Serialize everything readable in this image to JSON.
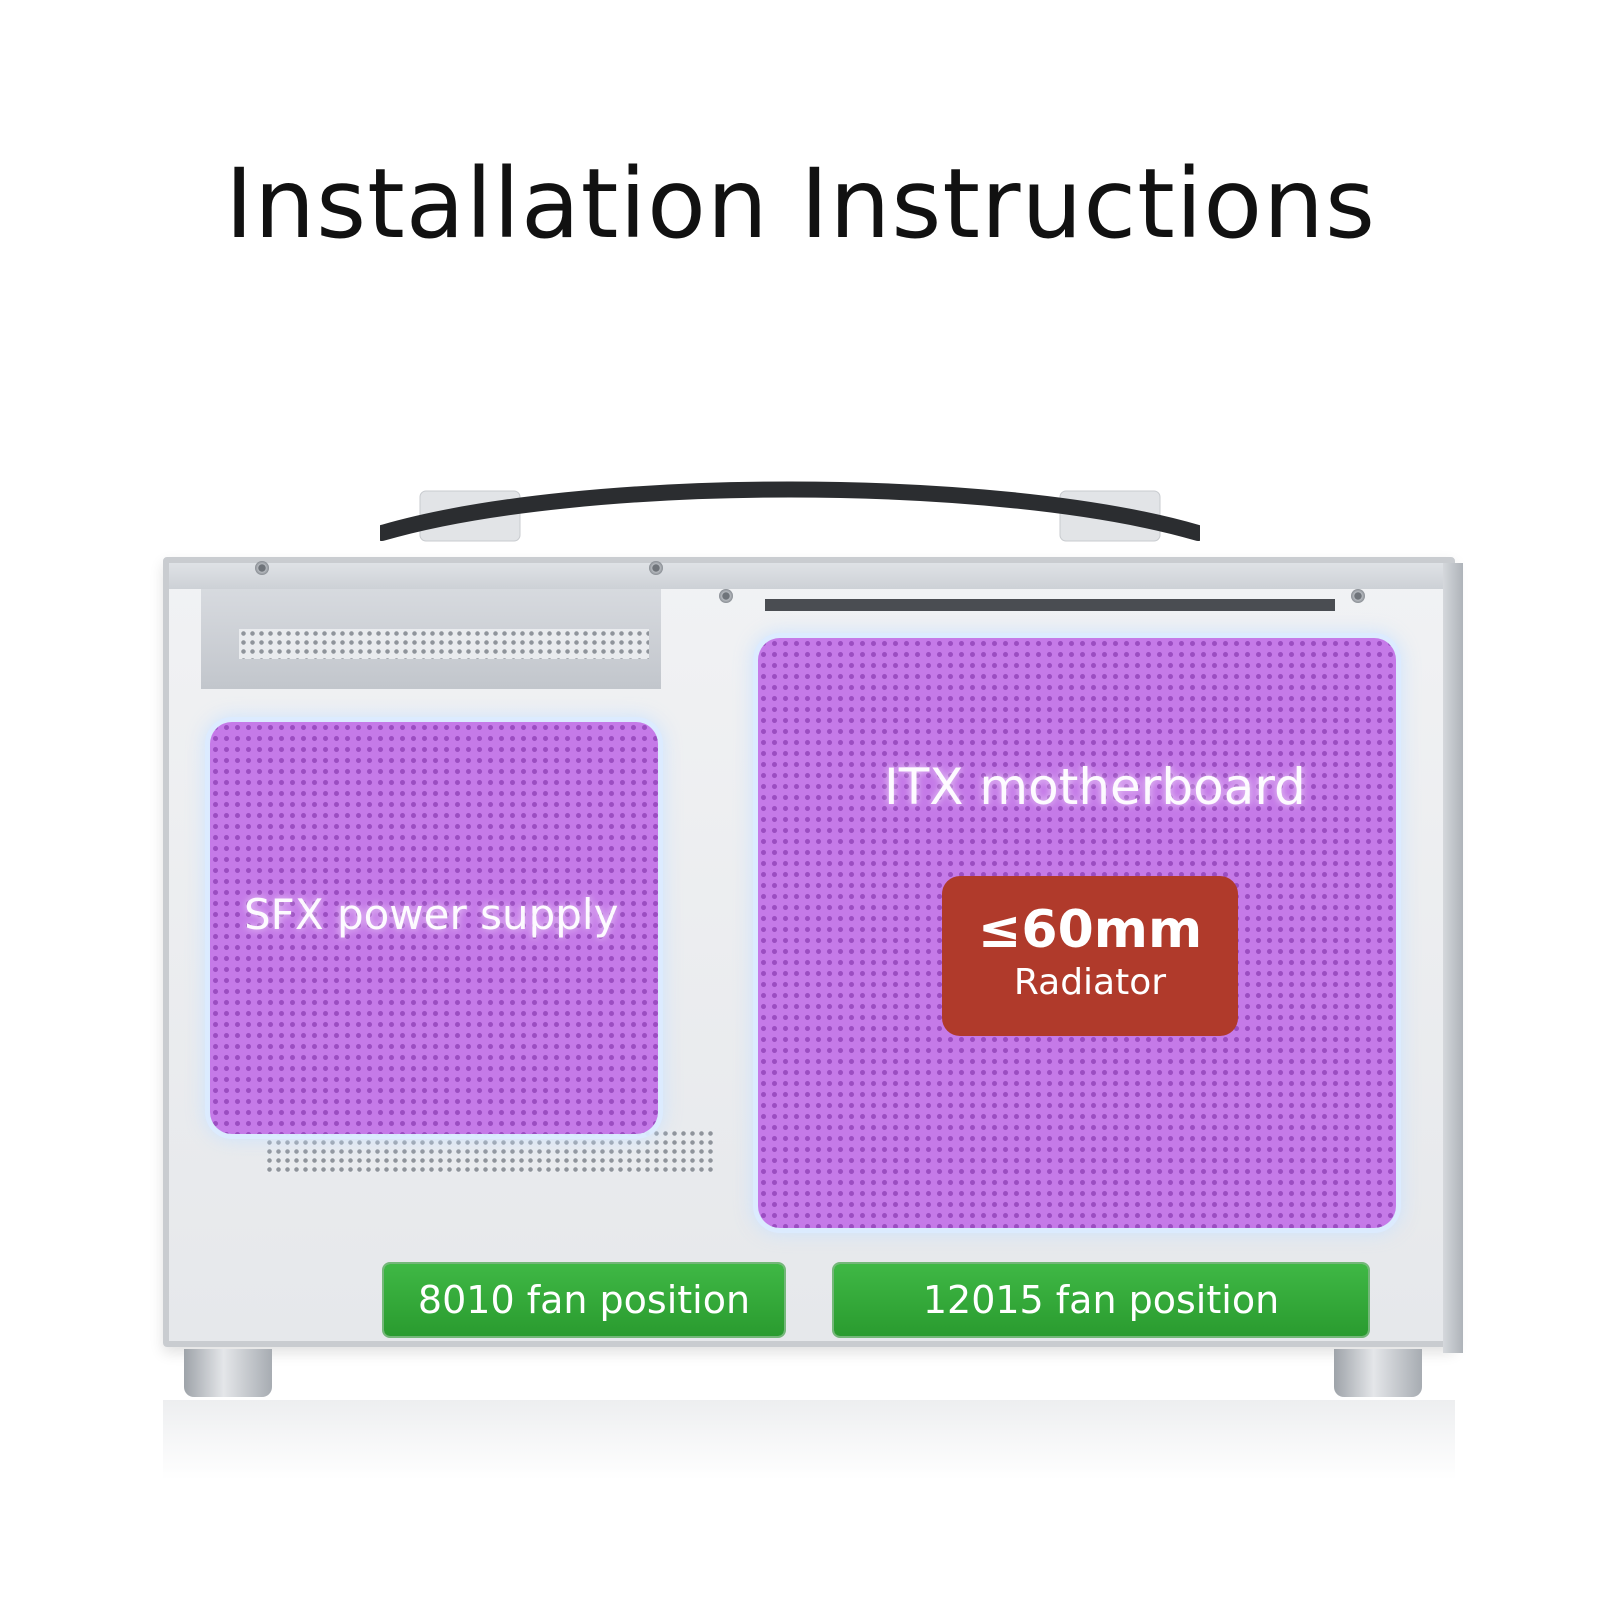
{
  "title": "Installation Instructions",
  "zones": {
    "psu": {
      "label": "SFX power supply"
    },
    "motherboard": {
      "label": "ITX motherboard"
    },
    "radiator": {
      "size": "≤60mm",
      "label": "Radiator"
    },
    "fan_small": {
      "label": "8010 fan position"
    },
    "fan_large": {
      "label": "12015 fan position"
    }
  },
  "colors": {
    "zone": "#c57ae8",
    "radiator": "#b03a2b",
    "fan": "#3fb845",
    "case": "#e6e8eb"
  }
}
